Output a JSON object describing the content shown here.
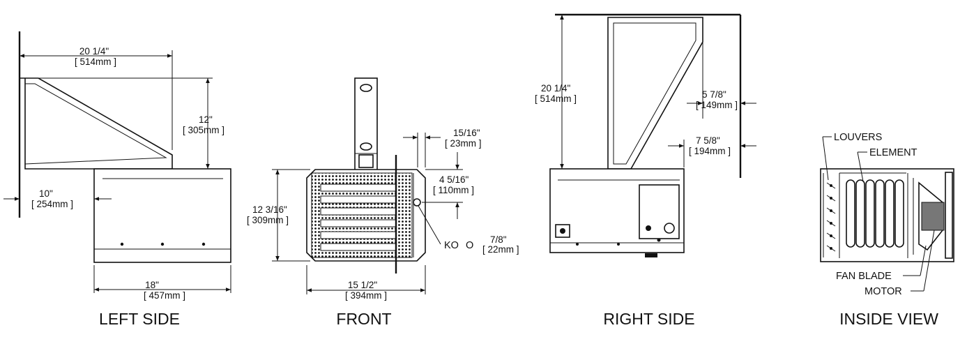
{
  "views": {
    "left_side": {
      "caption": "LEFT SIDE",
      "dims": [
        {
          "imperial": "20 1/4\"",
          "metric": "[ 514mm ]"
        },
        {
          "imperial": "12\"",
          "metric": "[ 305mm ]"
        },
        {
          "imperial": "10\"",
          "metric": "[ 254mm ]"
        },
        {
          "imperial": "18\"",
          "metric": "[ 457mm ]"
        }
      ]
    },
    "front": {
      "caption": "FRONT",
      "dims": [
        {
          "imperial": "15/16\"",
          "metric": "[ 23mm ]"
        },
        {
          "imperial": "4 5/16\"",
          "metric": "[ 110mm ]"
        },
        {
          "imperial": "12 3/16\"",
          "metric": "[ 309mm ]"
        },
        {
          "imperial": "15 1/2\"",
          "metric": "[ 394mm ]"
        }
      ],
      "knockout": {
        "label": "KO",
        "symbol": "O",
        "imperial": "7/8\"",
        "metric": "[ 22mm ]"
      }
    },
    "right_side": {
      "caption": "RIGHT SIDE",
      "dims": [
        {
          "imperial": "20 1/4\"",
          "metric": "[ 514mm ]"
        },
        {
          "imperial": "5 7/8\"",
          "metric": "[ 149mm ]"
        },
        {
          "imperial": "7 5/8\"",
          "metric": "[ 194mm ]"
        }
      ]
    },
    "inside_view": {
      "caption": "INSIDE VIEW",
      "callouts": [
        "LOUVERS",
        "ELEMENT",
        "FAN BLADE",
        "MOTOR"
      ]
    }
  }
}
